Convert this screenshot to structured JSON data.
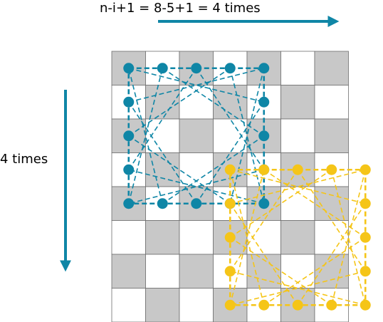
{
  "labels": {
    "top": "n-i+1 = 8-5+1 = 4 times",
    "left": "4 times"
  },
  "colors": {
    "gray_cell": "#c8c8c8",
    "white_cell": "#ffffff",
    "grid_line": "#6e6e6e",
    "teal": "#0f86a6",
    "yellow": "#f5c518"
  },
  "board": {
    "rows": 8,
    "cols": 7
  },
  "windows": [
    {
      "name": "teal-window",
      "color_key": "teal",
      "row": 0,
      "col": 0,
      "size": 5
    },
    {
      "name": "yellow-window",
      "color_key": "yellow",
      "row": 3,
      "col": 3,
      "size": 5
    }
  ]
}
